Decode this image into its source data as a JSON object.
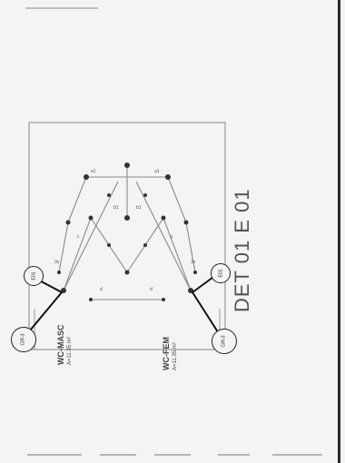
{
  "drawing": {
    "detail_title": "DET 01 E 01",
    "rooms": [
      {
        "name": "WC-MASC",
        "area": "A=11.35 m²"
      },
      {
        "name": "WC-FEM",
        "area": "A=11.35 m²"
      }
    ],
    "callouts": {
      "left_top": "E01",
      "left_bottom": "CIR-3",
      "right_top": "E01",
      "right_bottom": "CIR-3"
    }
  }
}
